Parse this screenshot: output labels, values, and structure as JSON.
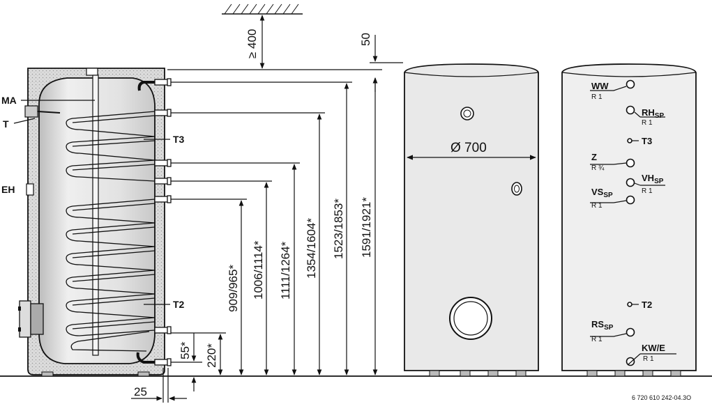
{
  "left_labels": {
    "ma": "MA",
    "t": "T",
    "eh": "EH"
  },
  "sensors": {
    "t3": "T3",
    "t2": "T2"
  },
  "dimensions": {
    "clearance_top": "≥ 400",
    "top_gap": "50",
    "d1591": "1591/1921*",
    "d1523": "1523/1853*",
    "d1354": "1354/1604*",
    "d1111": "1111/1264*",
    "d1006": "1006/1114*",
    "d909": "909/965*",
    "d220": "220*",
    "d55": "55*",
    "d25": "25"
  },
  "front_view": {
    "diameter": "Ø 700"
  },
  "back_view": {
    "ww": {
      "name": "WW",
      "thread": "R 1"
    },
    "rh": {
      "name": "RH",
      "sub": "SP",
      "thread": "R 1"
    },
    "t3": "T3",
    "z": {
      "name": "Z",
      "thread": "R ¾"
    },
    "vh": {
      "name": "VH",
      "sub": "SP",
      "thread": "R 1"
    },
    "vs": {
      "name": "VS",
      "sub": "SP",
      "thread": "R 1"
    },
    "t2": "T2",
    "rs": {
      "name": "RS",
      "sub": "SP",
      "thread": "R 1"
    },
    "kw": {
      "name": "KW/E",
      "thread": "R 1"
    }
  },
  "drawing_number": "6 720 610 242-04.3O",
  "colors": {
    "tank_fill": "#e6e6e6",
    "insulation": "#d9d9d9",
    "line": "#111111"
  }
}
